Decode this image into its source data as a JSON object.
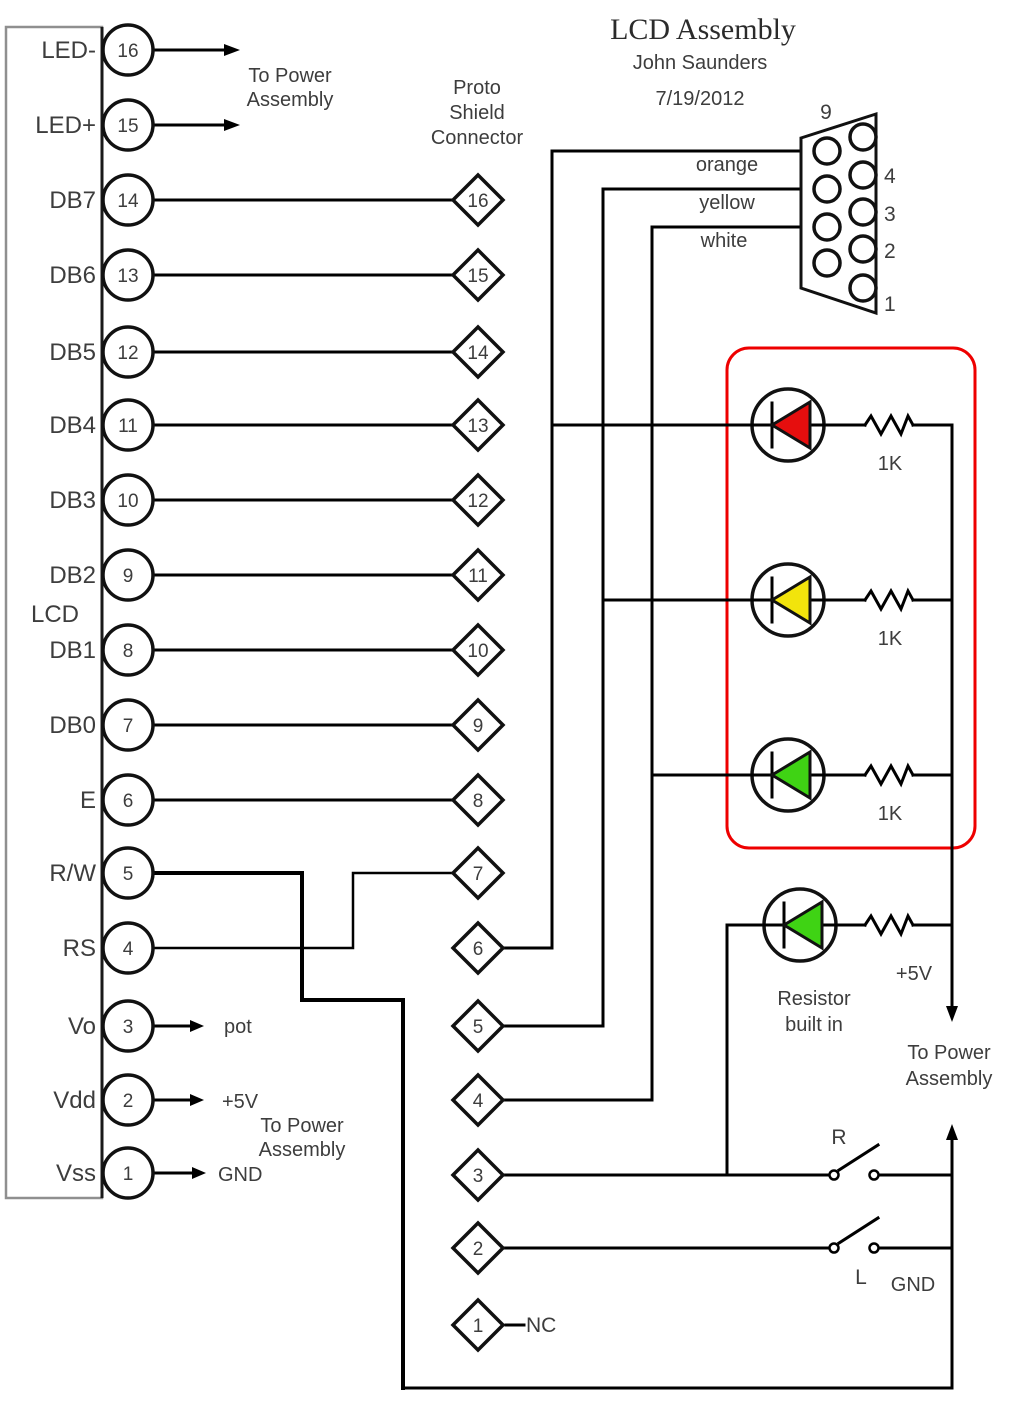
{
  "page": {
    "title": "LCD Assembly",
    "author": "John Saunders",
    "date": "7/19/2012"
  },
  "lcd": {
    "label": "LCD",
    "pins": [
      {
        "num": "16",
        "label": "LED-"
      },
      {
        "num": "15",
        "label": "LED+"
      },
      {
        "num": "14",
        "label": "DB7"
      },
      {
        "num": "13",
        "label": "DB6"
      },
      {
        "num": "12",
        "label": "DB5"
      },
      {
        "num": "11",
        "label": "DB4"
      },
      {
        "num": "10",
        "label": "DB3"
      },
      {
        "num": "9",
        "label": "DB2"
      },
      {
        "num": "8",
        "label": "DB1"
      },
      {
        "num": "7",
        "label": "DB0"
      },
      {
        "num": "6",
        "label": "E"
      },
      {
        "num": "5",
        "label": "R/W"
      },
      {
        "num": "4",
        "label": "RS"
      },
      {
        "num": "3",
        "label": "Vo"
      },
      {
        "num": "2",
        "label": "Vdd"
      },
      {
        "num": "1",
        "label": "Vss"
      }
    ]
  },
  "proto": {
    "header_lines": [
      "Proto",
      "Shield",
      "Connector"
    ],
    "pins": [
      "16",
      "15",
      "14",
      "13",
      "12",
      "11",
      "10",
      "9",
      "8",
      "7",
      "6",
      "5",
      "4",
      "3",
      "2",
      "1"
    ]
  },
  "db9": {
    "top_label": "9",
    "pin_labels": [
      "4",
      "3",
      "2",
      "1"
    ]
  },
  "wires": {
    "labels": [
      "orange",
      "yellow",
      "white"
    ]
  },
  "leds": {
    "resistor_label": "1K",
    "rows": [
      {
        "color_name": "red"
      },
      {
        "color_name": "yellow"
      },
      {
        "color_name": "green"
      }
    ],
    "standalone": {
      "color_name": "green",
      "note_lines": [
        "Resistor",
        "built in"
      ]
    }
  },
  "labels": {
    "to_power_top": [
      "To Power",
      "Assembly"
    ],
    "to_power_bottom_left": [
      "To Power",
      "Assembly"
    ],
    "to_power_right": [
      "To Power",
      "Assembly"
    ],
    "pot": "pot",
    "vdd_5v": "+5V",
    "vss_gnd": "GND",
    "rail_5v": "+5V",
    "rail_gnd": "GND",
    "switch_r": "R",
    "switch_l": "L",
    "nc": "NC"
  },
  "colors": {
    "wire": "#000000",
    "text": "#3d3d3d",
    "red_box": "#ee0000",
    "led_red": "#e60e0e",
    "led_yellow": "#f2e40c",
    "led_green": "#3fd314"
  }
}
